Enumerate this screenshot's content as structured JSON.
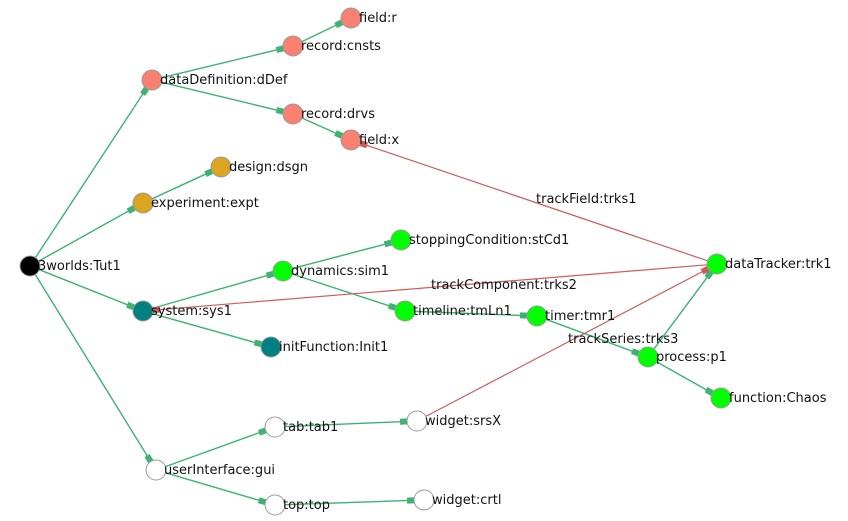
{
  "colors": {
    "tree_edge": "#3cb371",
    "link_edge": "#cd5c5c",
    "arrow_tree": "#3cb371",
    "arrow_link": "#cd5c5c"
  },
  "nodes": [
    {
      "id": "root",
      "label": "3worlds:Tut1",
      "color": "#000000"
    },
    {
      "id": "dDef",
      "label": "dataDefinition:dDef",
      "color": "#fa8072"
    },
    {
      "id": "cnsts",
      "label": "record:cnsts",
      "color": "#fa8072"
    },
    {
      "id": "fr",
      "label": "field:r",
      "color": "#fa8072"
    },
    {
      "id": "drvs",
      "label": "record:drvs",
      "color": "#fa8072"
    },
    {
      "id": "fx",
      "label": "field:x",
      "color": "#fa8072"
    },
    {
      "id": "dsgn",
      "label": "design:dsgn",
      "color": "#daa520"
    },
    {
      "id": "expt",
      "label": "experiment:expt",
      "color": "#daa520"
    },
    {
      "id": "sys1",
      "label": "system:sys1",
      "color": "#008080"
    },
    {
      "id": "init",
      "label": "initFunction:Init1",
      "color": "#008080"
    },
    {
      "id": "sim1",
      "label": "dynamics:sim1",
      "color": "#00ff00"
    },
    {
      "id": "stCd1",
      "label": "stoppingCondition:stCd1",
      "color": "#00ff00"
    },
    {
      "id": "tmLn1",
      "label": "timeline:tmLn1",
      "color": "#00ff00"
    },
    {
      "id": "tmr1",
      "label": "timer:tmr1",
      "color": "#00ff00"
    },
    {
      "id": "p1",
      "label": "process:p1",
      "color": "#00ff00"
    },
    {
      "id": "chaos",
      "label": "function:Chaos",
      "color": "#00ff00"
    },
    {
      "id": "trk1",
      "label": "dataTracker:trk1",
      "color": "#00ff00"
    },
    {
      "id": "gui",
      "label": "userInterface:gui",
      "color": "#ffffff"
    },
    {
      "id": "tab1",
      "label": "tab:tab1",
      "color": "#ffffff"
    },
    {
      "id": "srsX",
      "label": "widget:srsX",
      "color": "#ffffff"
    },
    {
      "id": "top",
      "label": "top:top",
      "color": "#ffffff"
    },
    {
      "id": "crtl",
      "label": "widget:crtl",
      "color": "#ffffff"
    }
  ],
  "edges": [
    {
      "from": "root",
      "to": "dDef",
      "kind": "tree"
    },
    {
      "from": "dDef",
      "to": "cnsts",
      "kind": "tree"
    },
    {
      "from": "cnsts",
      "to": "fr",
      "kind": "tree"
    },
    {
      "from": "dDef",
      "to": "drvs",
      "kind": "tree"
    },
    {
      "from": "drvs",
      "to": "fx",
      "kind": "tree"
    },
    {
      "from": "root",
      "to": "expt",
      "kind": "tree"
    },
    {
      "from": "expt",
      "to": "dsgn",
      "kind": "tree"
    },
    {
      "from": "root",
      "to": "sys1",
      "kind": "tree"
    },
    {
      "from": "sys1",
      "to": "init",
      "kind": "tree"
    },
    {
      "from": "sys1",
      "to": "sim1",
      "kind": "tree"
    },
    {
      "from": "sim1",
      "to": "stCd1",
      "kind": "tree"
    },
    {
      "from": "sim1",
      "to": "tmLn1",
      "kind": "tree"
    },
    {
      "from": "tmLn1",
      "to": "tmr1",
      "kind": "tree"
    },
    {
      "from": "tmr1",
      "to": "p1",
      "kind": "tree"
    },
    {
      "from": "p1",
      "to": "chaos",
      "kind": "tree"
    },
    {
      "from": "p1",
      "to": "trk1",
      "kind": "tree"
    },
    {
      "from": "root",
      "to": "gui",
      "kind": "tree"
    },
    {
      "from": "gui",
      "to": "tab1",
      "kind": "tree"
    },
    {
      "from": "tab1",
      "to": "srsX",
      "kind": "tree"
    },
    {
      "from": "gui",
      "to": "top",
      "kind": "tree"
    },
    {
      "from": "top",
      "to": "crtl",
      "kind": "tree"
    },
    {
      "from": "trk1",
      "to": "fx",
      "kind": "link",
      "label": "trackField:trks1"
    },
    {
      "from": "trk1",
      "to": "sys1",
      "kind": "link",
      "label": "trackComponent:trks2"
    },
    {
      "from": "srsX",
      "to": "trk1",
      "kind": "link",
      "label": "trackSeries:trks3"
    }
  ]
}
